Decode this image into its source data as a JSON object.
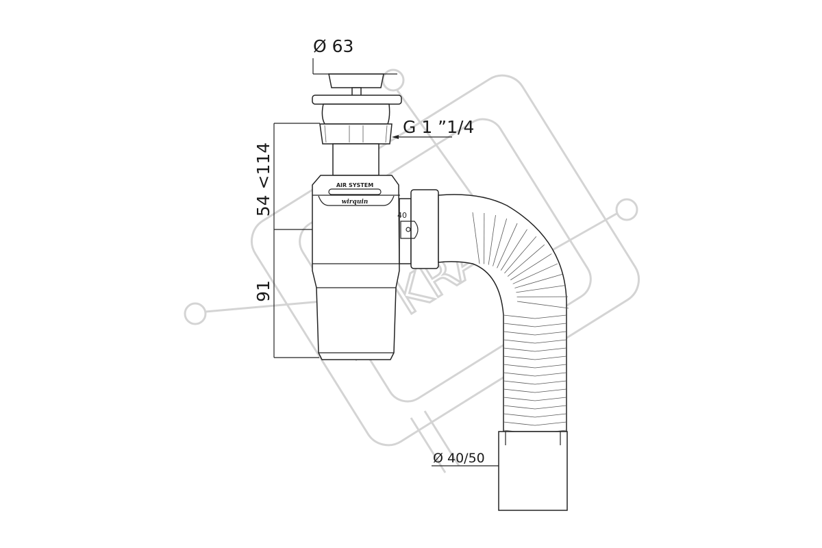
{
  "drawing": {
    "title": "Bottle siphon with flexible hose",
    "dimensions": {
      "top_diameter": "Ø 63",
      "thread": "G 1 ”1/4",
      "upper_height": "54 <114",
      "lower_height": "91",
      "outlet_diameter": "Ø 40/50"
    },
    "product_labels": {
      "system": "AIR SYSTEM",
      "brand": "wirquin",
      "outlet_size": "40"
    },
    "watermark": "KRAU"
  }
}
